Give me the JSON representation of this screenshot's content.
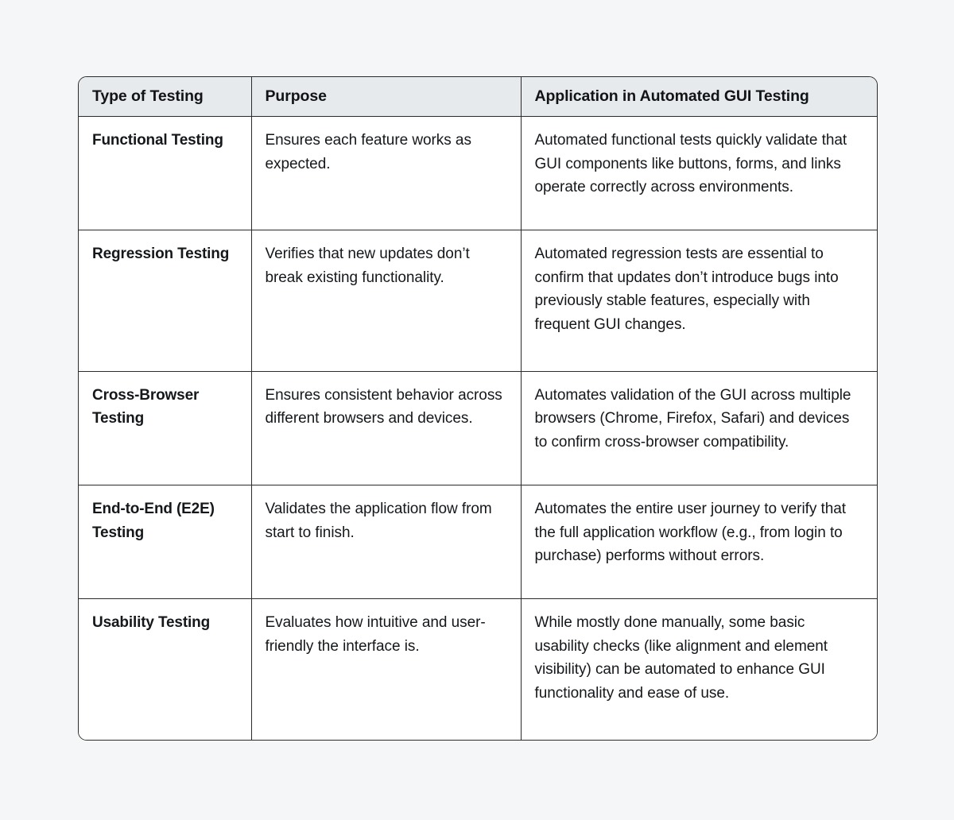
{
  "page": {
    "background_color": "#f4f6f8",
    "table_border_color": "#2b2b2b",
    "header_background_color": "#e7eaec",
    "text_color": "#15181b"
  },
  "table": {
    "name": "types-of-testing-comparison-table",
    "columns": [
      {
        "key": "type",
        "label": "Type of Testing"
      },
      {
        "key": "purpose",
        "label": "Purpose"
      },
      {
        "key": "application",
        "label": "Application in Automated GUI Testing"
      }
    ],
    "rows": [
      {
        "type": "Functional Testing",
        "purpose": "Ensures each feature works as expected.",
        "application": "Automated functional tests quickly validate that GUI components like buttons, forms, and links operate correctly across environments."
      },
      {
        "type": "Regression Testing",
        "purpose": "Verifies that new updates don’t break existing functionality.",
        "application": "Automated regression tests are essential to confirm that updates don’t introduce bugs into previously stable features, especially with frequent GUI changes."
      },
      {
        "type": "Cross-Browser Testing",
        "purpose": "Ensures consistent behavior across different browsers and devices.",
        "application": "Automates validation of the GUI across multiple browsers (Chrome, Firefox, Safari) and devices to confirm cross-browser compatibility."
      },
      {
        "type": "End-to-End (E2E) Testing",
        "purpose": "Validates the application flow from start to finish.",
        "application": "Automates the entire user journey to verify that the full application workflow (e.g., from login to purchase) performs without errors."
      },
      {
        "type": "Usability Testing",
        "purpose": "Evaluates how intuitive and user-friendly the interface is.",
        "application": "While mostly done manually, some basic usability checks (like alignment and element visibility) can be automated to enhance GUI functionality and ease of use."
      }
    ]
  }
}
